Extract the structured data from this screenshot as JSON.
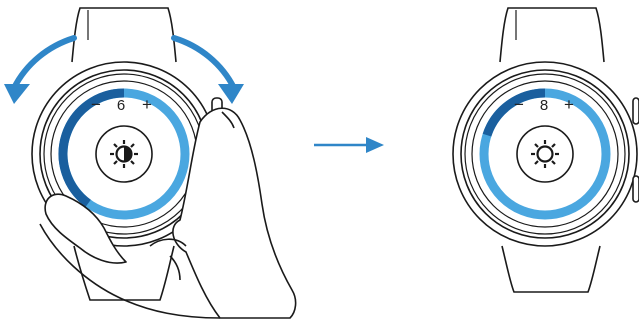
{
  "steps": [
    {
      "minus": "−",
      "value": "6",
      "plus": "+",
      "level": 0.6
    },
    {
      "minus": "−",
      "value": "8",
      "plus": "+",
      "level": 0.8
    }
  ],
  "colors": {
    "bezel_fill": "#1a5f9e",
    "light_ring": "#4aa7e0",
    "arrow": "#2f86c8",
    "outline": "#1a1a1a"
  },
  "icons": [
    "rotate-left-arrow-icon",
    "rotate-right-arrow-icon",
    "brightness-icon",
    "next-arrow-icon"
  ]
}
